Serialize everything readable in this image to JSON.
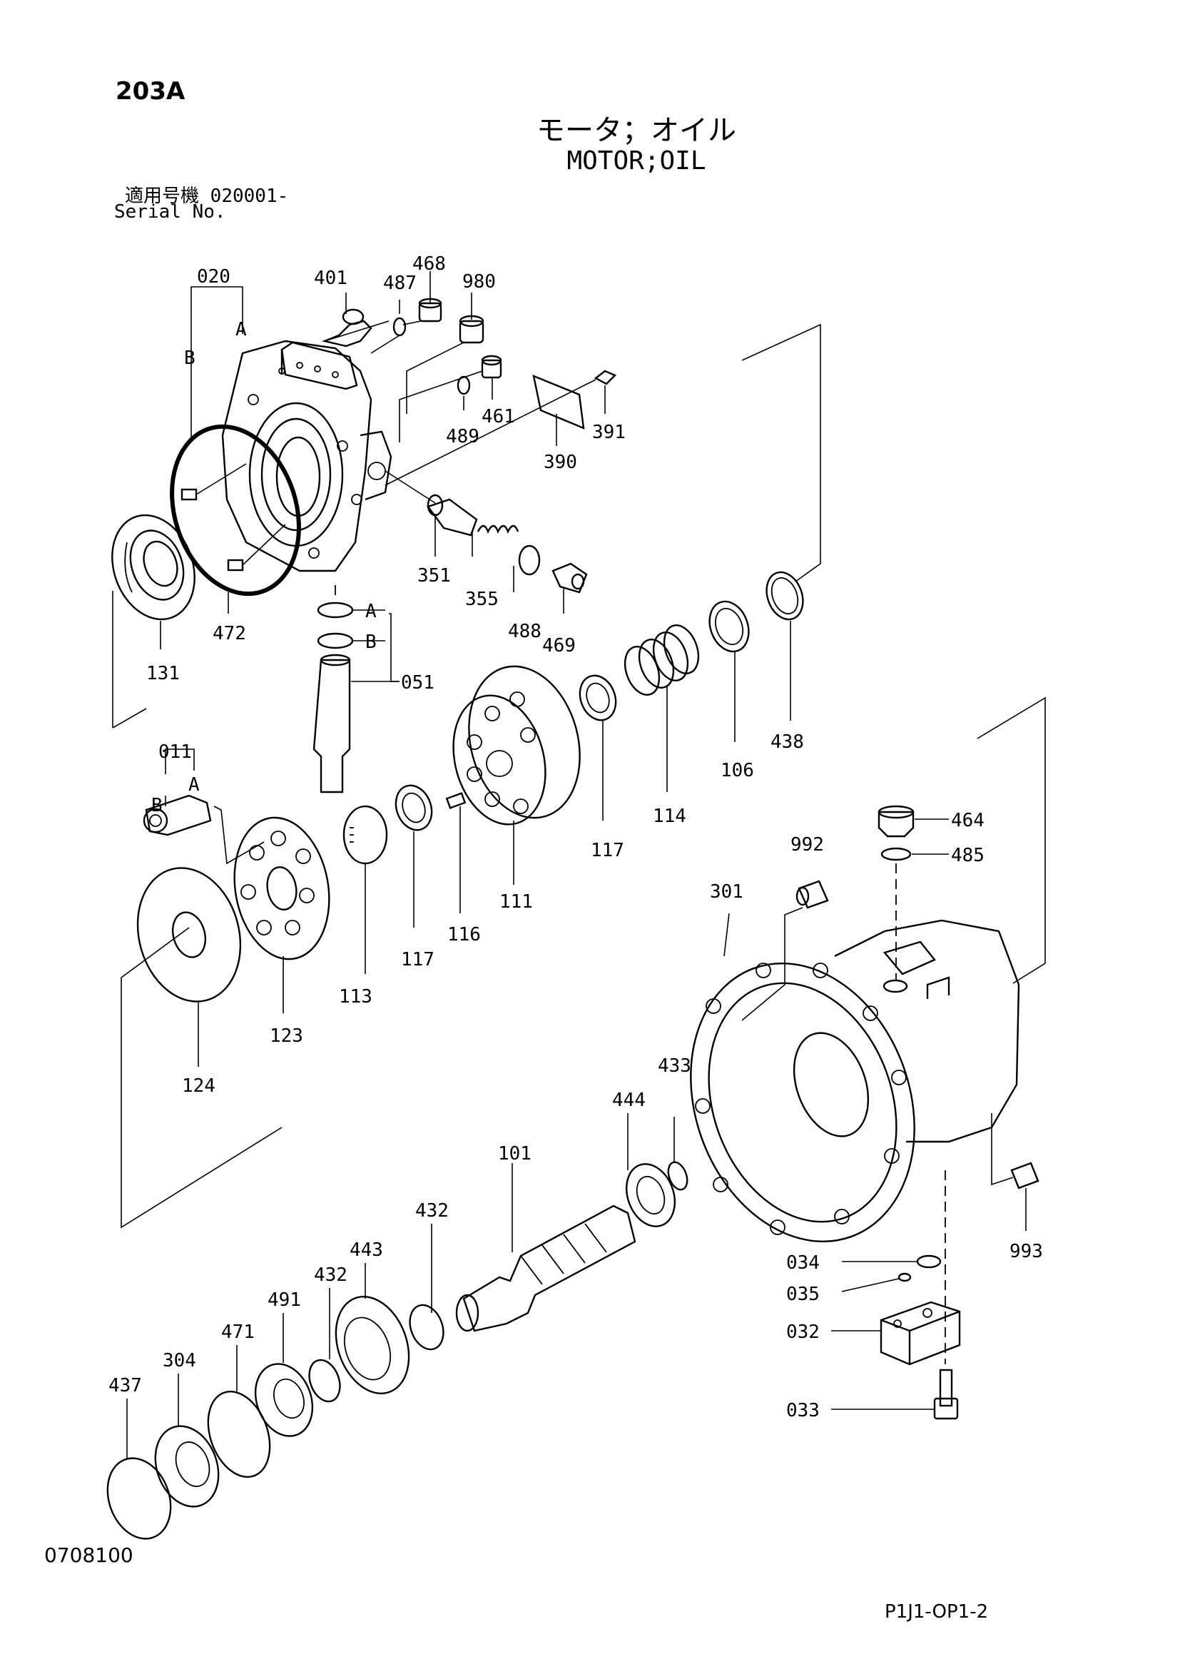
{
  "header": {
    "page_code": "203A",
    "title_jp": "モータ；オイル",
    "title_en": "MOTOR;OIL",
    "serial_label_jp": "適用号機",
    "serial_value": "020001-",
    "serial_label_en": "Serial No."
  },
  "footer": {
    "document_number": "0708100",
    "figure_reference": "P1J1-OP1-2"
  },
  "parts": [
    {
      "id": "p020",
      "label": "020"
    },
    {
      "id": "p401",
      "label": "401"
    },
    {
      "id": "p468",
      "label": "468"
    },
    {
      "id": "p487",
      "label": "487"
    },
    {
      "id": "p980",
      "label": "980"
    },
    {
      "id": "p461",
      "label": "461"
    },
    {
      "id": "p489",
      "label": "489"
    },
    {
      "id": "p391",
      "label": "391"
    },
    {
      "id": "p390",
      "label": "390"
    },
    {
      "id": "p351",
      "label": "351"
    },
    {
      "id": "p355",
      "label": "355"
    },
    {
      "id": "p488",
      "label": "488"
    },
    {
      "id": "p469",
      "label": "469"
    },
    {
      "id": "p472",
      "label": "472"
    },
    {
      "id": "p131",
      "label": "131"
    },
    {
      "id": "p051",
      "label": "051"
    },
    {
      "id": "p011",
      "label": "011"
    },
    {
      "id": "p438",
      "label": "438"
    },
    {
      "id": "p106",
      "label": "106"
    },
    {
      "id": "p114",
      "label": "114"
    },
    {
      "id": "p117a",
      "label": "117"
    },
    {
      "id": "p111",
      "label": "111"
    },
    {
      "id": "p116",
      "label": "116"
    },
    {
      "id": "p117b",
      "label": "117"
    },
    {
      "id": "p113",
      "label": "113"
    },
    {
      "id": "p123",
      "label": "123"
    },
    {
      "id": "p124",
      "label": "124"
    },
    {
      "id": "p464",
      "label": "464"
    },
    {
      "id": "p485",
      "label": "485"
    },
    {
      "id": "p992",
      "label": "992"
    },
    {
      "id": "p301",
      "label": "301"
    },
    {
      "id": "p444",
      "label": "444"
    },
    {
      "id": "p433",
      "label": "433"
    },
    {
      "id": "p101",
      "label": "101"
    },
    {
      "id": "p432a",
      "label": "432"
    },
    {
      "id": "p443",
      "label": "443"
    },
    {
      "id": "p432b",
      "label": "432"
    },
    {
      "id": "p491",
      "label": "491"
    },
    {
      "id": "p471",
      "label": "471"
    },
    {
      "id": "p304",
      "label": "304"
    },
    {
      "id": "p437",
      "label": "437"
    },
    {
      "id": "p993",
      "label": "993"
    },
    {
      "id": "p034",
      "label": "034"
    },
    {
      "id": "p035",
      "label": "035"
    },
    {
      "id": "p032",
      "label": "032"
    },
    {
      "id": "p033",
      "label": "033"
    }
  ],
  "sub_markers": {
    "a": "A",
    "b": "B"
  }
}
